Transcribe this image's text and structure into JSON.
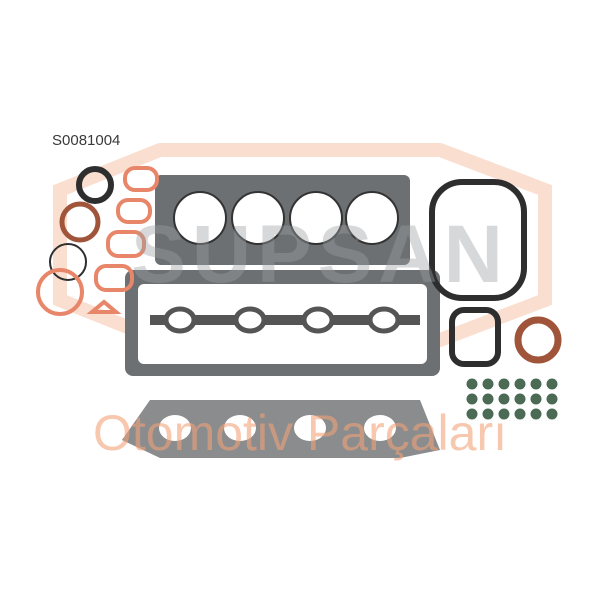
{
  "product": {
    "part_number": "S0081004"
  },
  "watermark": {
    "brand": "SUPSAN",
    "tagline": "Otomotiv Parçaları",
    "color": "#f2a27a"
  },
  "colors": {
    "gasket_metal": "#6d7072",
    "gasket_orange": "#e8866a",
    "gasket_dark": "#2e2e2e",
    "rubber_brown": "#a0553a"
  }
}
